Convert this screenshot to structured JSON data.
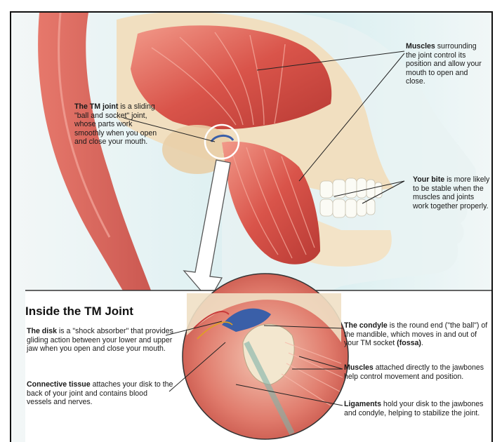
{
  "labels": {
    "tm_joint": {
      "bold": "The TM joint",
      "rest": " is a sliding \"ball and socket\" joint, whose parts work smoothly when you open and close your mouth."
    },
    "muscles_top": {
      "bold": "Muscles",
      "rest": " surrounding the joint control its position and allow your mouth to open and close."
    },
    "bite": {
      "bold": "Your bite",
      "rest": " is more likely to be stable when the muscles and joints work together properly."
    },
    "disk": {
      "bold": "The disk",
      "rest": " is a \"shock absorber\" that provides gliding action between your lower and upper jaw when you open and close your mouth."
    },
    "connective": {
      "bold": "Connective tissue",
      "rest": " attaches your disk to the back of your joint and contains blood vessels and nerves."
    },
    "condyle": {
      "bold": "The condyle",
      "rest": " is the round end (\"the ball\") of the mandible, which moves in and out of your TM socket ",
      "bold2": "(fossa)",
      "end": "."
    },
    "muscles_inset": {
      "bold": "Muscles",
      "rest": " attached directly to the jawbones help control movement and position."
    },
    "ligaments": {
      "bold": "Ligaments",
      "rest": " hold your disk to the jawbones and condyle, helping to stabilize the joint."
    }
  },
  "inset_title": "Inside the TM Joint",
  "colors": {
    "muscle": "#d9544a",
    "muscle_light": "#f08a7a",
    "bone": "#f3e3c7",
    "skin_bg": "#cfe9ec",
    "disk": "#3a5fa8"
  }
}
